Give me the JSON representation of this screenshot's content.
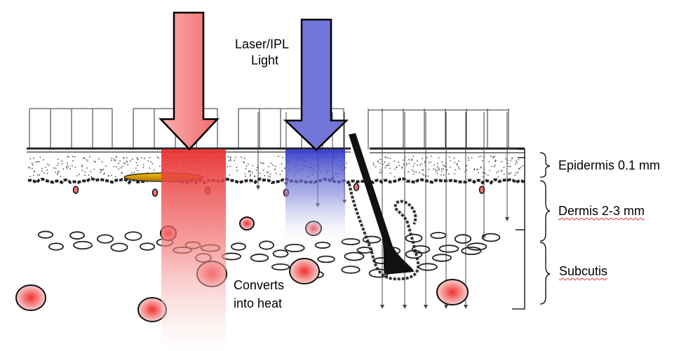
{
  "diagram": {
    "light_label_line1": "Laser/IPL",
    "light_label_line2": "Light",
    "heat_label_line1": "Converts",
    "heat_label_line2": "into heat",
    "layers": [
      {
        "label": "Epidermis 0.1 mm"
      },
      {
        "label": "Dermis 2-3 mm"
      },
      {
        "label": "Subcutis"
      }
    ],
    "colors": {
      "red_beam": "#f06060",
      "blue_beam": "#5a5fd0",
      "target": "#f05050"
    }
  }
}
